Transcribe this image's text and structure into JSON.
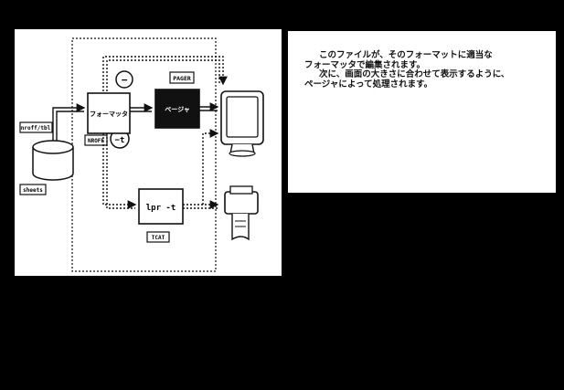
{
  "slide": {
    "colors": {
      "background": "#000000",
      "panel": "#ffffff",
      "ink": "#111111"
    },
    "diagram": {
      "icons": [
        "database-icon",
        "display-monitor-icon",
        "printer-icon"
      ],
      "boxes": {
        "formatter": "フォーマッタ",
        "pager": "ページャ",
        "lpr": "lpr -t"
      },
      "labels": {
        "source": "nroff/tbl",
        "db": "sheets",
        "nroff": "NROFF",
        "pager_name": "PAGER",
        "tcat": "TCAT",
        "minus": "−",
        "minus_t": "−t"
      }
    },
    "text": {
      "line1": "このファイルが、そのフォーマットに適当な",
      "line2": "フォーマッタで編集されます。",
      "line3": "次に、画面の大きさに合わせて表示するように、",
      "line4": "ページャによって処理されます。"
    }
  }
}
